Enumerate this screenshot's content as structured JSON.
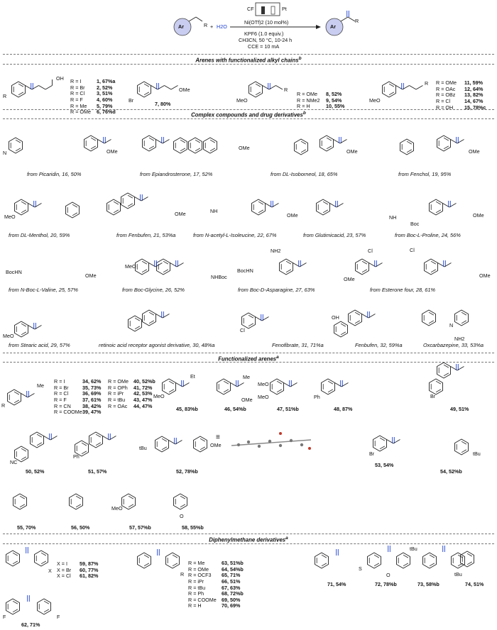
{
  "scheme": {
    "reagent_water": "H2O",
    "electrode_left": "CF",
    "electrode_right": "Pt",
    "conditions": [
      "Ni(OTf)2 (10 mol%)",
      "KPF6 (1.0 equiv.)",
      "CH3CN, 50 °C, 10-24 h",
      "CCE = 10 mA"
    ],
    "ring_label": "Ar",
    "r_label": "R"
  },
  "sections": {
    "alkyl": "Arenes with functionalized alkyl chains",
    "alkyl_sup": "b",
    "complex": "Complex compounds and drug derivatives",
    "complex_sup": "b",
    "arenes": "Functionalized arenes",
    "arenes_sup": "a",
    "diphenyl": "Diphenylmethane derivatives",
    "diphenyl_sup": "a"
  },
  "alkyl": {
    "s1": [
      "R = I",
      "R = Br",
      "R = Cl",
      "R = F",
      "R = Me",
      "R = OMe"
    ],
    "s1_results": [
      "1, 67%a",
      "2, 52%",
      "3, 51%",
      "4, 60%",
      "5, 79%",
      "6, 76%d"
    ],
    "c7": "7, 80%",
    "s8": [
      "R = OMe",
      "R = NMe2",
      "R = H"
    ],
    "s8_results": [
      "8, 52%",
      "9, 54%",
      "10, 55%"
    ],
    "s11": [
      "R = OMe",
      "R = OAc",
      "R = OBz",
      "R = Cl",
      "R = OH"
    ],
    "s11_results": [
      "11, 59%",
      "12, 64%",
      "13, 82%",
      "14, 67%",
      "15, 78%c"
    ]
  },
  "complex_captions": [
    "from Picaridin, 16, 50%",
    "from Epiandrosterone, 17, 52%",
    "from DL-Isoborneol, 18, 65%",
    "from Fenchol, 19, 95%",
    "from DL-Menthol, 20, 59%",
    "from Fenbufen, 21, 53%a",
    "from N-acetyl-L-Isoleucine, 22, 67%",
    "from Glutimicacid, 23, 57%",
    "from Boc-L-Proline, 24, 56%",
    "from N-Boc-L-Valine, 25, 57%",
    "from Boc-Glycine, 26, 52%",
    "from Boc-D-Asparagine, 27, 63%",
    "from Esterone four, 28, 61%",
    "from Stearic acid, 29, 57%",
    "retinoic acid receptor agonist derivative, 30, 48%a",
    "Fenofibrate, 31, 71%a",
    "Fenbufen, 32, 59%a",
    "Oxcarbazepine, 33, 53%a"
  ],
  "arenes": {
    "r34": [
      "R = I",
      "R = Br",
      "R = Cl",
      "R = F",
      "R = CN",
      "R = COOMe"
    ],
    "r34_res": [
      "34, 62%",
      "35, 73%",
      "36, 69%",
      "37, 61%",
      "38, 42%",
      "39, 47%"
    ],
    "r40": [
      "R = OMe",
      "R = OPh",
      "R = iPr",
      "R = tBu",
      "R = OAc"
    ],
    "r40_res": [
      "40, 52%b",
      "41, 72%",
      "42, 53%",
      "43, 47%",
      "44, 47%"
    ],
    "items": [
      "45, 83%b",
      "46, 54%b",
      "47, 51%b",
      "48, 87%",
      "49, 51%",
      "50, 52%",
      "51, 57%",
      "52, 78%b",
      "53, 54%",
      "54, 52%b",
      "55, 70%",
      "56, 50%",
      "57, 57%b",
      "58, 55%b"
    ]
  },
  "diphenyl": {
    "x59": [
      "X = I",
      "X = Br",
      "X = Cl"
    ],
    "x59_res": [
      "59, 87%",
      "60, 77%",
      "61, 82%"
    ],
    "r63": [
      "R = Me",
      "R = OMe",
      "R = OCF3",
      "R = iPr",
      "R = tBu",
      "R = Ph",
      "R = COOMe",
      "R = H"
    ],
    "r63_res": [
      "63, 51%b",
      "64, 54%b",
      "65, 71%",
      "66, 51%",
      "67, 63%",
      "68, 72%b",
      "69, 50%",
      "70, 69%"
    ],
    "items": [
      "62, 71%",
      "71, 54%",
      "72, 78%b",
      "73, 58%b",
      "74, 51%"
    ]
  },
  "atoms": {
    "O": "O",
    "OMe": "OMe",
    "MeO": "MeO",
    "OH": "OH",
    "N": "N",
    "NH": "NH",
    "Br": "Br",
    "Cl": "Cl",
    "F": "F",
    "NC": "NC",
    "Ph": "Ph",
    "Me": "Me",
    "Et": "Et",
    "tBu": "tBu",
    "Boc": "Boc",
    "BocHN": "BocHN",
    "NHBoc": "NHBoc",
    "NH2": "NH2",
    "S": "S",
    "R": "R",
    "X": "X"
  },
  "colors": {
    "carbonyl": "#1a3fd0",
    "ring_fill": "#c9cdf0",
    "water": "#1a3fd0"
  }
}
